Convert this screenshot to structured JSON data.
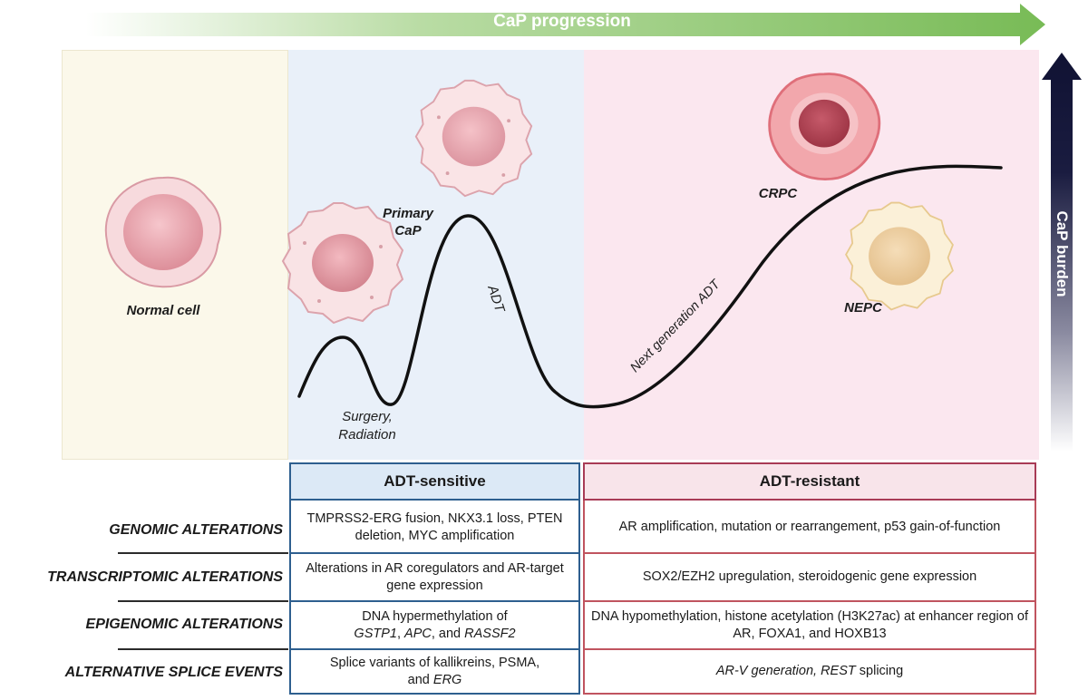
{
  "header": {
    "progression_label": "CaP progression"
  },
  "side": {
    "burden_label": "CaP burden"
  },
  "cells": {
    "normal": "Normal cell",
    "primary": "Primary\nCaP",
    "crpc": "CRPC",
    "nepc": "NEPC"
  },
  "curve_labels": {
    "surgery": "Surgery,\nRadiation",
    "adt": "ADT",
    "next_adt": "Next generation ADT"
  },
  "table": {
    "col_sensitive": "ADT-sensitive",
    "col_resistant": "ADT-resistant",
    "rows": [
      {
        "label": "GENOMIC ALTERATIONS",
        "sensitive": "TMPRSS2-ERG fusion, NKX3.1 loss, PTEN deletion, MYC amplification",
        "resistant": "AR amplification, mutation or rearrangement, p53 gain-of-function"
      },
      {
        "label": "TRANSCRIPTOMIC ALTERATIONS",
        "sensitive": "Alterations in AR coregulators and AR-target gene expression",
        "resistant": "SOX2/EZH2 upregulation, steroidogenic gene expression"
      },
      {
        "label": "EPIGENOMIC ALTERATIONS",
        "sensitive_prefix": "DNA hypermethylation of",
        "sensitive_genes": [
          "GSTP1",
          "APC",
          "RASSF2"
        ],
        "sensitive_sep1": ", ",
        "sensitive_sep2": ", and ",
        "resistant": "DNA hypomethylation, histone acetylation (H3K27ac) at enhancer region of AR, FOXA1, and HOXB13"
      },
      {
        "label": "ALTERNATIVE SPLICE EVENTS",
        "sensitive_prefix": "Splice variants of kallikreins, PSMA,",
        "sensitive_and": "and",
        "sensitive_gene": "ERG",
        "resistant_i1": "AR-V generation, REST",
        "resistant_rest": " splicing"
      }
    ]
  },
  "colors": {
    "progression_arrow": "#7dbf5a",
    "burden_arrow": "#14163a",
    "sensitive_border": "#2e5f8f",
    "resistant_border": "#a83b56"
  }
}
